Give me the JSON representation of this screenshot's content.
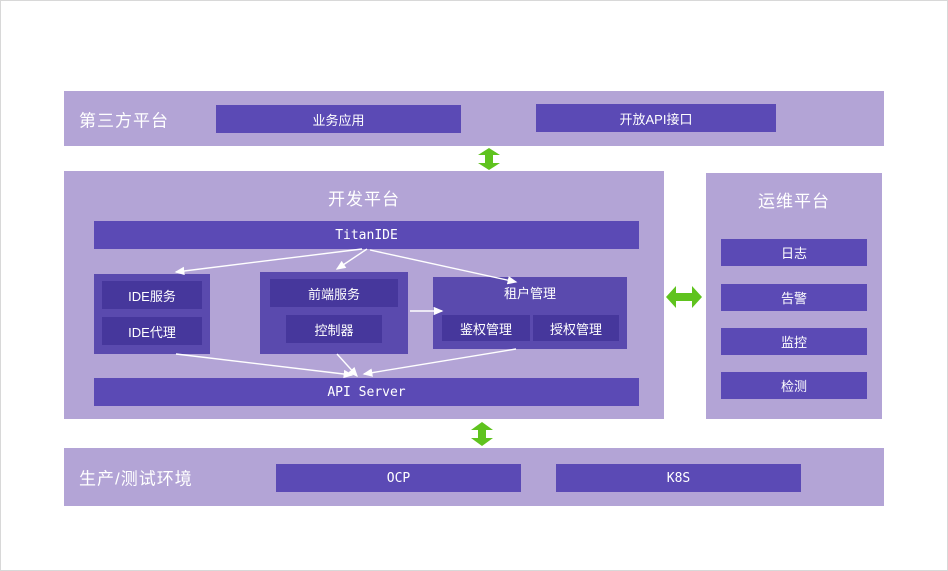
{
  "third_party": {
    "title": "第三方平台",
    "apps": [
      "业务应用",
      "开放API接口"
    ]
  },
  "dev": {
    "title": "开发平台",
    "titanide": "TitanIDE",
    "api_server": "API Server",
    "ide": {
      "service": "IDE服务",
      "proxy": "IDE代理"
    },
    "frontend": {
      "service": "前端服务",
      "controller": "控制器"
    },
    "tenant": {
      "title": "租户管理",
      "auth": "鉴权管理",
      "authz": "授权管理"
    }
  },
  "ops": {
    "title": "运维平台",
    "items": [
      "日志",
      "告警",
      "监控",
      "检测"
    ]
  },
  "env": {
    "title": "生产/测试环境",
    "items": [
      "OCP",
      "K8S"
    ]
  },
  "colors": {
    "band_purple": "#b3a4d6",
    "box_purple": "#5b4ab5",
    "inner_purple": "#46379c",
    "arrow_green": "#5fc31e",
    "line_white": "#ffffff"
  }
}
